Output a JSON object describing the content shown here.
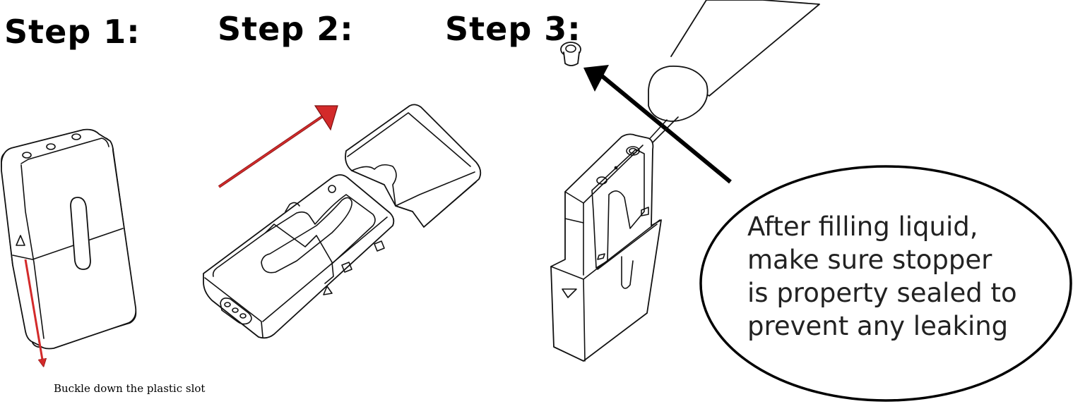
{
  "steps": [
    {
      "title": "Step 1:"
    },
    {
      "title": "Step 2:"
    },
    {
      "title": "Step 3:"
    }
  ],
  "step1_caption": "Buckle down the plastic slot",
  "step3_note": [
    "After filling liquid,",
    "make sure stopper",
    "is property sealed to",
    "prevent any leaking"
  ],
  "colors": {
    "arrow_red": "#d32a2a",
    "arrow_black": "#000000",
    "line": "#111111"
  }
}
